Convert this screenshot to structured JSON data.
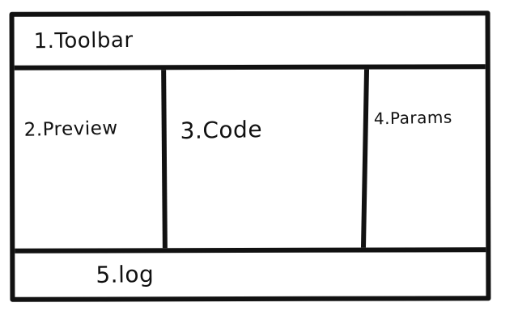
{
  "wireframe": {
    "toolbar": {
      "label": "1.Toolbar"
    },
    "panels": [
      {
        "label": "2.Preview"
      },
      {
        "label": "3.Code"
      },
      {
        "label": "4.Params"
      }
    ],
    "log": {
      "label": "5.log"
    }
  },
  "colors": {
    "ink": "#111111",
    "paper": "#ffffff"
  }
}
